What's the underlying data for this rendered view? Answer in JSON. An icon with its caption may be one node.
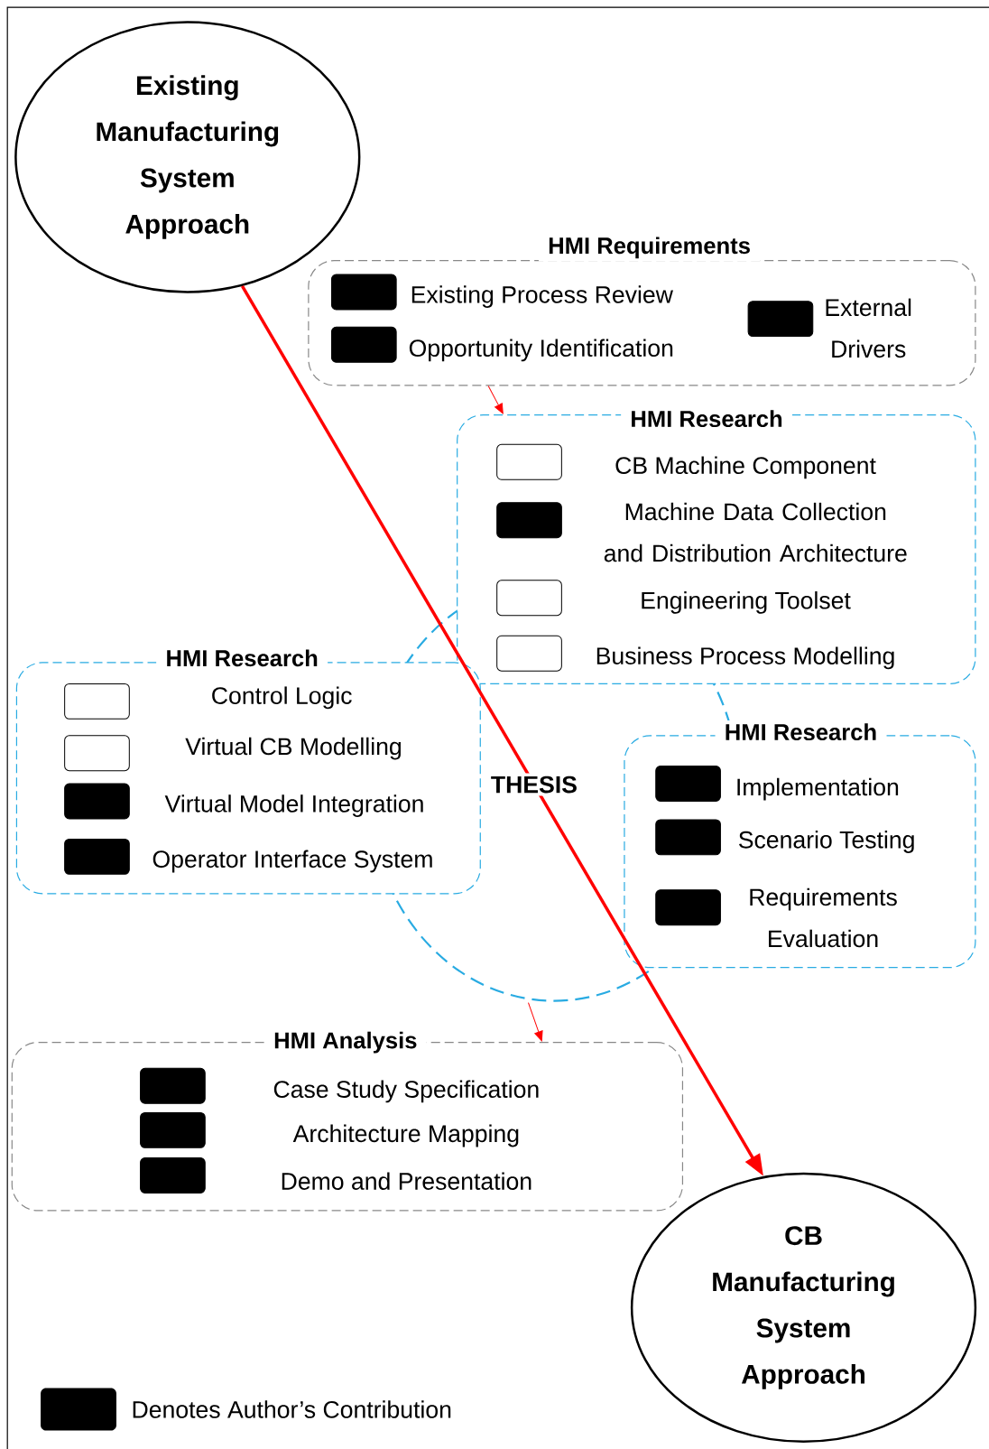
{
  "diagram": {
    "nodes": [
      {
        "text": [
          "Existing Manufacturing System Approach"
        ]
      },
      {
        "text": [
          "HMI Requirements"
        ]
      },
      {
        "text": [
          "Existing Process Review"
        ],
        "in": 1
      },
      {
        "text": [
          "Opportunity Identification"
        ],
        "in": 1
      },
      {
        "text": [
          "External Drivers"
        ],
        "in": 1
      },
      {
        "text": [
          "HMI Research"
        ]
      },
      {
        "text": [
          "CB Machine Component"
        ],
        "in": 5
      },
      {
        "text": [
          "Machine Data Collection and Distribution Architecture"
        ],
        "in": 5
      },
      {
        "text": [
          "Engineering Toolset"
        ],
        "in": 5
      },
      {
        "text": [
          "Business Process Modelling"
        ],
        "in": 5
      },
      {
        "text": [
          "HMI Research"
        ]
      },
      {
        "text": [
          "Control Logic"
        ],
        "in": 10
      },
      {
        "text": [
          "Virtual CB Modelling"
        ],
        "in": 10
      },
      {
        "text": [
          "Virtual Model Integration"
        ],
        "in": 10
      },
      {
        "text": [
          "Operator Interface System"
        ],
        "in": 10
      },
      {
        "text": [
          "HMI Research"
        ]
      },
      {
        "text": [
          "Implementation"
        ],
        "in": 15
      },
      {
        "text": [
          "Scenario Testing"
        ],
        "in": 15
      },
      {
        "text": [
          "Requirements Evaluation"
        ],
        "in": 15
      },
      {
        "text": [
          "HMI Analysis"
        ]
      },
      {
        "text": [
          "Case Study Specification"
        ],
        "in": 19
      },
      {
        "text": [
          "Architecture Mapping"
        ],
        "in": 19
      },
      {
        "text": [
          "Demo and Presentation"
        ],
        "in": 19
      },
      {
        "text": [
          "CB Manufacturing System Approach"
        ]
      }
    ],
    "edges": [
      {
        "from": 0,
        "to": 23,
        "arrow": "to",
        "label": "THESIS",
        "style": "thick",
        "color": "#ff0000"
      },
      {
        "from": 1,
        "to": 5,
        "arrow": "to",
        "color": "#ff0000"
      },
      {
        "from": null,
        "to": 19,
        "arrow": "to",
        "color": "#ff0000"
      }
    ],
    "legend": [
      {
        "text": "Denotes Author’s Contribution",
        "color": "#000000"
      }
    ]
  }
}
